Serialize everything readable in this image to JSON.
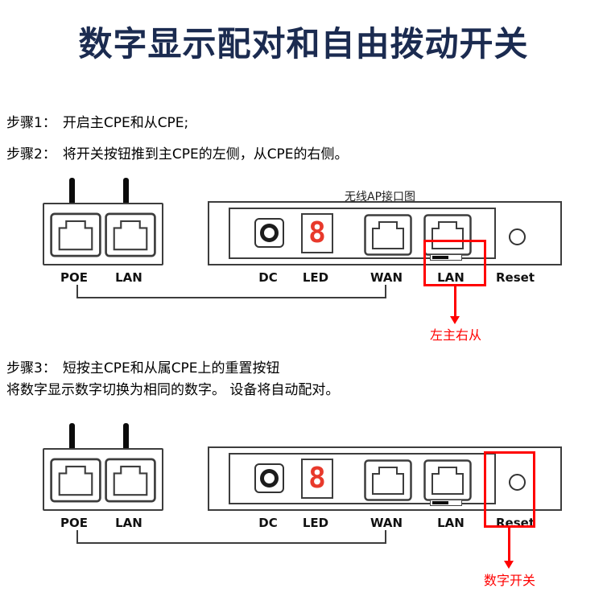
{
  "title": "数字显示配对和自由拨动开关",
  "steps": [
    {
      "label": "步骤1：",
      "text": "开启主CPE和从CPE;"
    },
    {
      "label": "步骤2：",
      "text": "将开关按钮推到主CPE的左侧，从CPE的右侧。"
    },
    {
      "label": "步骤3：",
      "text": "短按主CPE和从属CPE上的重置按钮",
      "continuation": "将数字显示数字切换为相同的数字。 设备将自动配对。"
    }
  ],
  "diagram1": {
    "caption": "无线AP接口图",
    "cpe_ports": [
      "POE",
      "LAN"
    ],
    "panel_labels": [
      "DC",
      "LED",
      "WAN",
      "LAN",
      "Reset"
    ],
    "led_digit": "8",
    "annotation": "左主右从"
  },
  "diagram2": {
    "cpe_ports": [
      "POE",
      "LAN"
    ],
    "panel_labels": [
      "DC",
      "LED",
      "WAN",
      "LAN",
      "Reset"
    ],
    "led_digit": "8",
    "annotation": "数字开关"
  },
  "colors": {
    "title_navy": "#1b2b50",
    "highlight_red": "#ff0000",
    "led_red": "#e8392b"
  }
}
